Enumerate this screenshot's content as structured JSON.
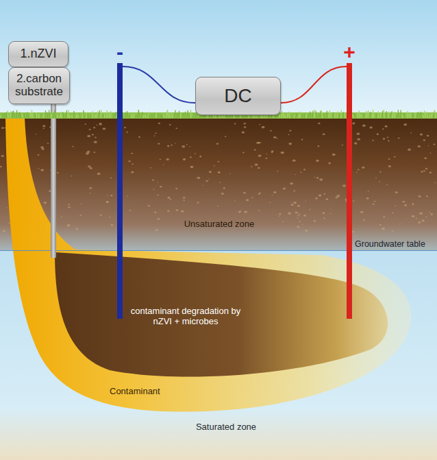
{
  "diagram": {
    "nodes": [
      {
        "text": [
          "1.nZVI"
        ]
      },
      {
        "text": [
          "2.carbon substrate"
        ]
      },
      {
        "text": [
          "-"
        ]
      },
      {
        "text": [
          "DC"
        ]
      },
      {
        "text": [
          "+"
        ]
      }
    ],
    "edges": [
      {
        "from": 2,
        "to": 3,
        "arrow": "none"
      },
      {
        "from": 3,
        "to": 4,
        "arrow": "none"
      }
    ],
    "labels": [
      "Unsaturated zone",
      "Groundwater table",
      "contaminant degradation by nZVI + microbes",
      "Contaminant",
      "Saturated zone"
    ]
  }
}
